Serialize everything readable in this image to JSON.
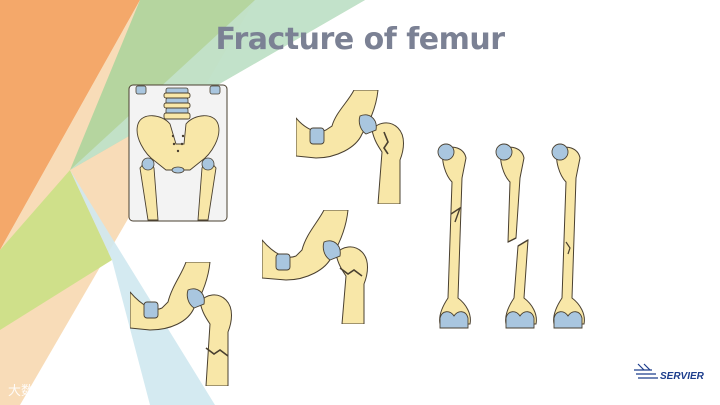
{
  "slide": {
    "title": "Fracture of femur",
    "watermark": "大数据镜",
    "logo": {
      "name": "servier-logo",
      "text": "SERVIER"
    }
  },
  "colors": {
    "title": "#7b8194",
    "bone_fill": "#f8e7a8",
    "bone_outline": "#4a4030",
    "cartilage": "#a9c6df",
    "skin": "#f3f3f3",
    "band_orange": "#f4a86a",
    "band_green": "#a9d39a",
    "band_blue": "#cfe8ef",
    "brand_blue": "#1c3d8c"
  },
  "illustrations": [
    {
      "name": "pelvis-overview"
    },
    {
      "name": "femoral-neck-fracture-upper"
    },
    {
      "name": "femoral-neck-fracture-middle"
    },
    {
      "name": "subtrochanteric-fracture-lower"
    },
    {
      "name": "femur-shaft-fracture-oblique"
    },
    {
      "name": "femur-shaft-fracture-displaced"
    },
    {
      "name": "femur-shaft-fracture-hairline"
    }
  ]
}
